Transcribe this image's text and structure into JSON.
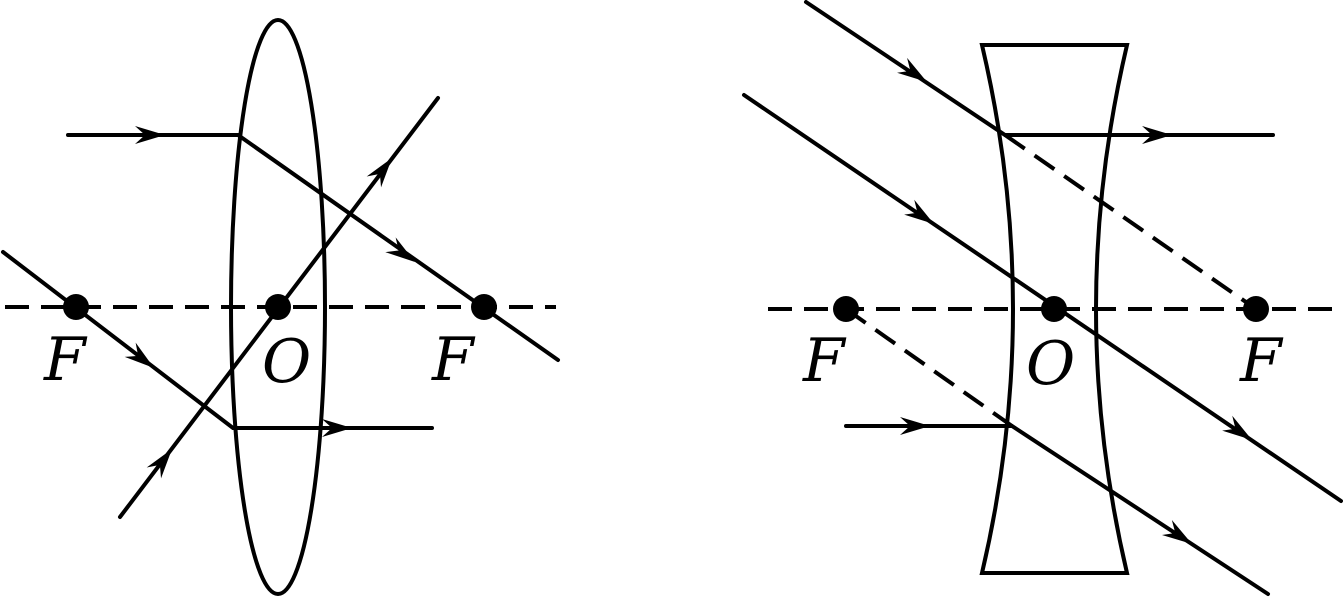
{
  "convex_lens": {
    "labels": {
      "focus_left": "F",
      "center": "O",
      "focus_right": "F"
    }
  },
  "concave_lens": {
    "labels": {
      "focus_left": "F",
      "center": "O",
      "focus_right": "F"
    }
  }
}
